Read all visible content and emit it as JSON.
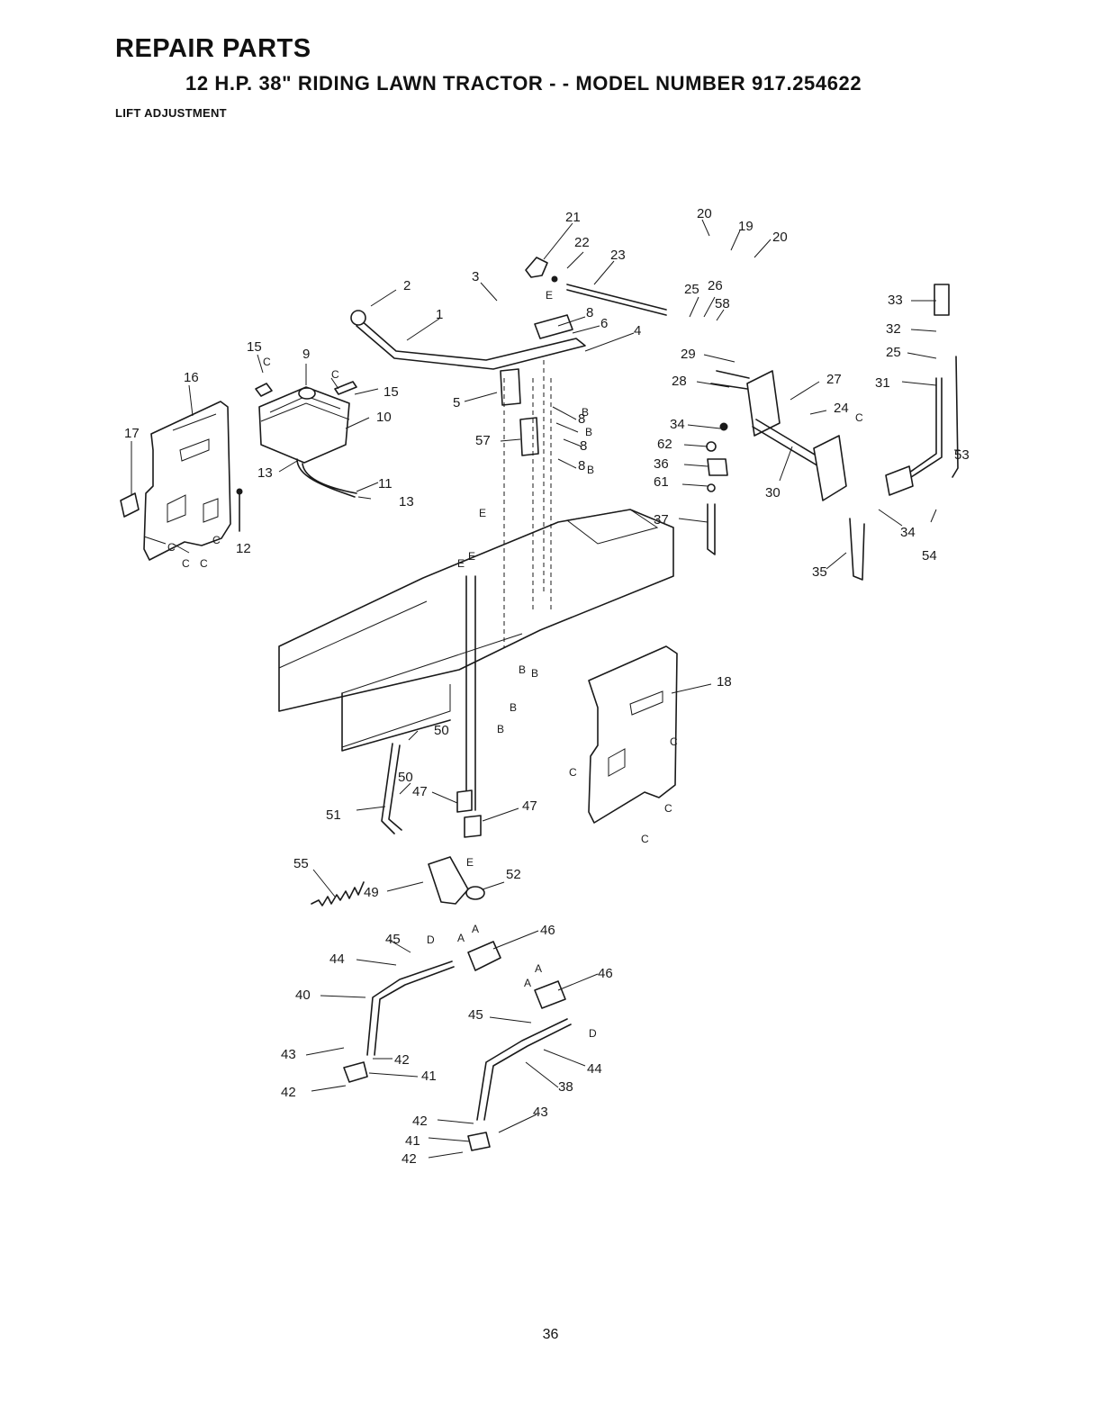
{
  "header": {
    "title": "REPAIR PARTS",
    "subtitle": "12 H.P. 38\" RIDING LAWN TRACTOR - - MODEL NUMBER 917.254622",
    "section": "LIFT ADJUSTMENT"
  },
  "page_number": "36",
  "callouts": [
    "1",
    "2",
    "3",
    "4",
    "5",
    "6",
    "8",
    "9",
    "10",
    "11",
    "12",
    "13",
    "13",
    "15",
    "15",
    "16",
    "17",
    "18",
    "19",
    "20",
    "20",
    "21",
    "22",
    "23",
    "24",
    "25",
    "25",
    "26",
    "27",
    "28",
    "29",
    "30",
    "31",
    "32",
    "33",
    "34",
    "34",
    "35",
    "36",
    "37",
    "38",
    "40",
    "41",
    "41",
    "42",
    "42",
    "42",
    "42",
    "43",
    "43",
    "44",
    "44",
    "45",
    "45",
    "46",
    "46",
    "47",
    "47",
    "49",
    "50",
    "50",
    "51",
    "52",
    "53",
    "54",
    "55",
    "57",
    "58",
    "61",
    "62",
    "8",
    "8",
    "8"
  ],
  "reference_letters": [
    "A",
    "A",
    "A",
    "A",
    "B",
    "B",
    "B",
    "B",
    "B",
    "B",
    "B",
    "C",
    "C",
    "C",
    "C",
    "C",
    "C",
    "C",
    "C",
    "C",
    "C",
    "C",
    "D",
    "D",
    "E",
    "E",
    "E",
    "E",
    "E"
  ]
}
